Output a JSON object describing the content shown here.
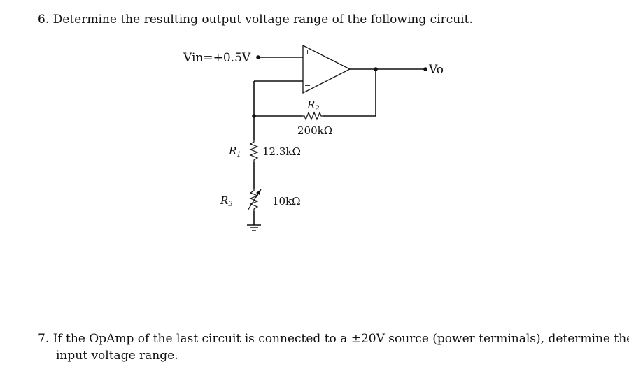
{
  "question6": {
    "number": "6.",
    "text": "Determine the resulting output voltage range of the following circuit."
  },
  "circuit": {
    "vin_label": "Vin=+0.5V",
    "vo_label": "Vo",
    "opamp_plus": "+",
    "opamp_minus": "−",
    "r2": {
      "name": "R",
      "sub": "2",
      "value": "200kΩ"
    },
    "r1": {
      "name": "R",
      "sub": "1",
      "value": "12.3kΩ"
    },
    "r3": {
      "name": "R",
      "sub": "3",
      "value": "10kΩ"
    }
  },
  "question7": {
    "number": "7.",
    "line1": "If the OpAmp of the last circuit is connected to a ±20V source (power terminals), determine the",
    "line2": "input voltage range."
  }
}
